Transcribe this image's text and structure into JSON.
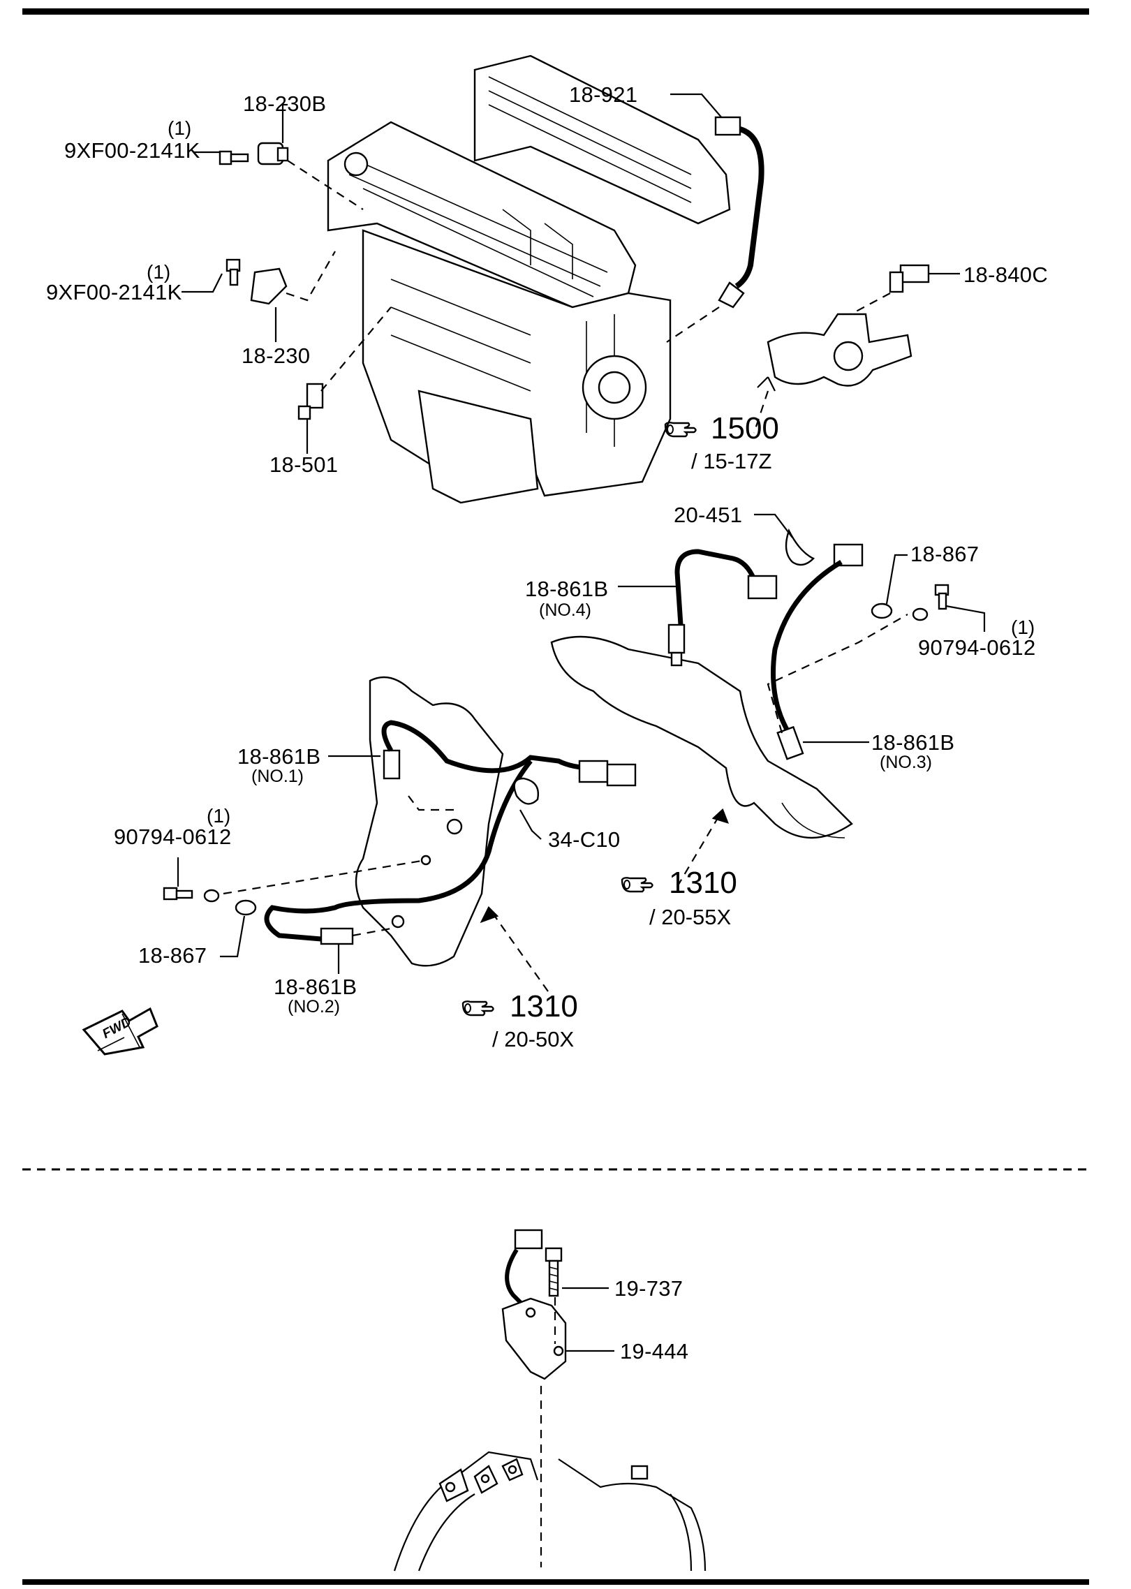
{
  "labels": {
    "p18_230B": "18-230B",
    "p9xf_top_qty": "(1)",
    "p9xf_top": "9XF00-2141K",
    "p9xf_mid_qty": "(1)",
    "p9xf_mid": "9XF00-2141K",
    "p18_230": "18-230",
    "p18_501": "18-501",
    "p18_921": "18-921",
    "p18_840C": "18-840C",
    "ref1500": "1500",
    "ref1500_sub": "/ 15-17Z",
    "p20_451": "20-451",
    "p18_867_right": "18-867",
    "p18_861B_no4": "18-861B",
    "no4": "(NO.4)",
    "p90794_right_qty": "(1)",
    "p90794_right": "90794-0612",
    "p18_861B_no1": "18-861B",
    "no1": "(NO.1)",
    "p18_861B_no3": "18-861B",
    "no3": "(NO.3)",
    "p90794_left_qty": "(1)",
    "p90794_left": "90794-0612",
    "p34_C10": "34-C10",
    "ref1310_right": "1310",
    "ref1310_right_sub": "/ 20-55X",
    "p18_867_left": "18-867",
    "p18_861B_no2": "18-861B",
    "no2": "(NO.2)",
    "ref1310_left": "1310",
    "ref1310_left_sub": "/ 20-50X",
    "fwd": "FWD",
    "p19_737": "19-737",
    "p19_444": "19-444"
  }
}
